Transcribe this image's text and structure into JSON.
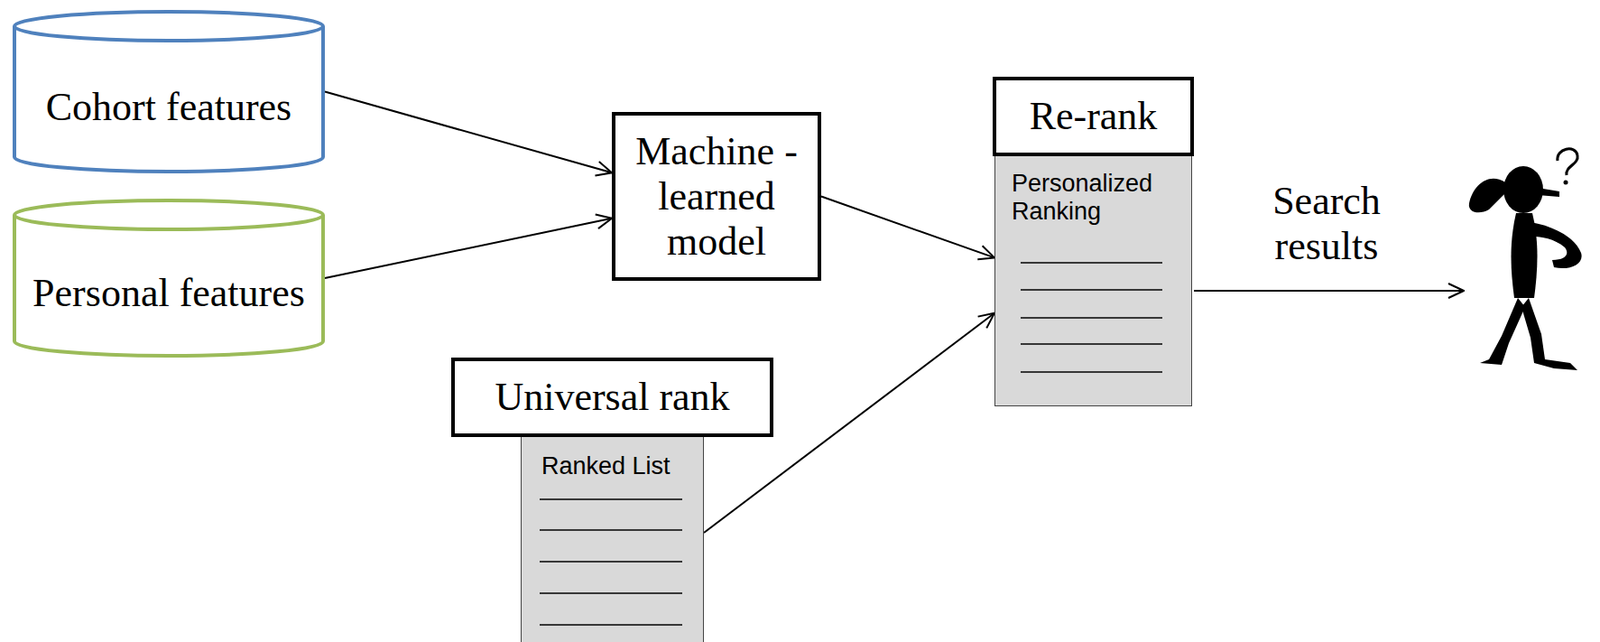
{
  "diagram": {
    "nodes": [
      {
        "text": [
          "Cohort features"
        ]
      },
      {
        "text": [
          "Personal features"
        ]
      },
      {
        "text": [
          "Machine -learned model"
        ]
      },
      {
        "text": [
          "Re-rank",
          "Personalized Ranking"
        ]
      },
      {
        "text": [
          "Universal rank",
          "Ranked List"
        ]
      }
    ],
    "edges": [
      {
        "from": 0,
        "to": 2,
        "arrow": "to"
      },
      {
        "from": 1,
        "to": 2,
        "arrow": "to"
      },
      {
        "from": 2,
        "to": 3,
        "arrow": "to"
      },
      {
        "from": 4,
        "to": 3,
        "arrow": "to"
      }
    ],
    "labels": [
      "Search results"
    ]
  }
}
